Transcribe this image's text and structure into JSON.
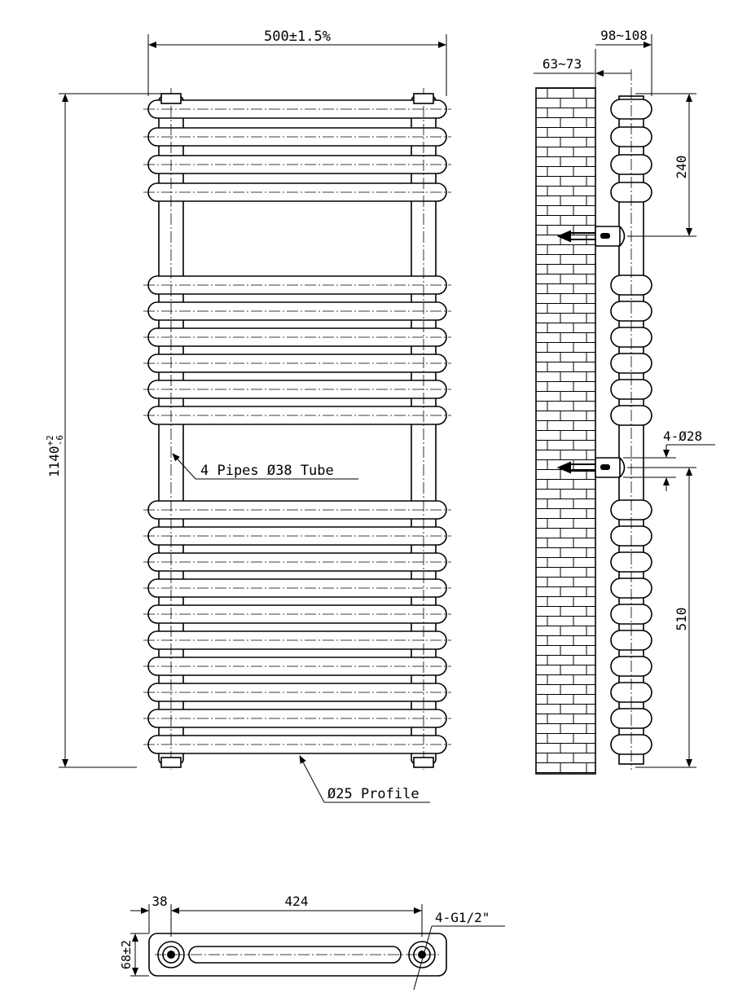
{
  "labels": {
    "width": "500±1.5%",
    "height_main": "1140",
    "height_sup": "+2",
    "height_sub": "-6",
    "pipes": "4 Pipes Ø38 Tube",
    "profile": "Ø25 Profile",
    "wall_gap": "63~73",
    "projection": "98~108",
    "top_to_bracket": "240",
    "bracket_to_bottom": "510",
    "bracket_holes": "4-Ø28",
    "edge": "38",
    "centres": "424",
    "connections": "4-G1/2\"",
    "depth": "68±2"
  },
  "colors": {
    "line": "#000000",
    "background": "#ffffff"
  }
}
